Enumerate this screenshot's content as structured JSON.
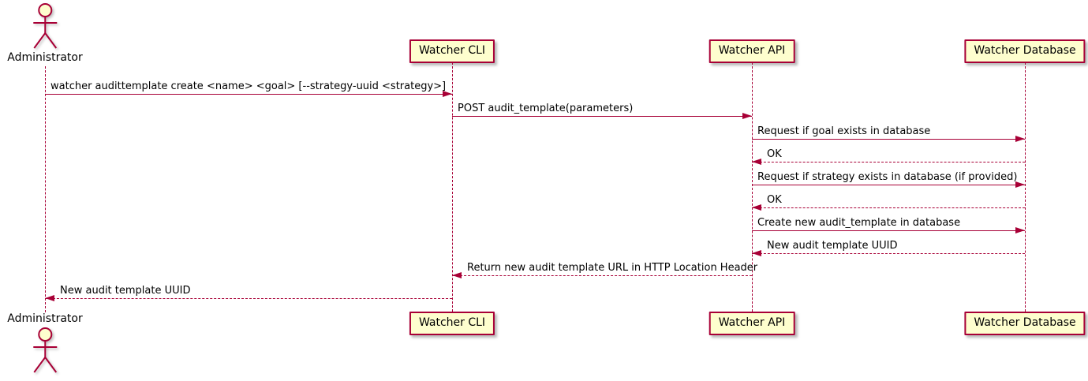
{
  "diagram": {
    "type": "sequence",
    "tool_style": "plantuml"
  },
  "colors": {
    "participant_fill": "#FEFECE",
    "line_and_border": "#A80036",
    "text": "#000000",
    "background": "#FFFFFF",
    "shadow": "#828282"
  },
  "actors": [
    {
      "id": "administrator",
      "label": "Administrator",
      "icon": "stick-figure-actor-icon"
    }
  ],
  "participants": [
    {
      "id": "watcher-cli",
      "label": "Watcher CLI"
    },
    {
      "id": "watcher-api",
      "label": "Watcher API"
    },
    {
      "id": "watcher-database",
      "label": "Watcher Database"
    }
  ],
  "messages": [
    {
      "from": "Administrator",
      "to": "Watcher CLI",
      "style": "solid",
      "label": "watcher audittemplate create <name> <goal> [--strategy-uuid <strategy>]"
    },
    {
      "from": "Watcher CLI",
      "to": "Watcher API",
      "style": "solid",
      "label": "POST audit_template(parameters)"
    },
    {
      "from": "Watcher API",
      "to": "Watcher Database",
      "style": "solid",
      "label": "Request if goal exists in database"
    },
    {
      "from": "Watcher Database",
      "to": "Watcher API",
      "style": "dashed",
      "label": "OK"
    },
    {
      "from": "Watcher API",
      "to": "Watcher Database",
      "style": "solid",
      "label": "Request if strategy exists in database (if provided)"
    },
    {
      "from": "Watcher Database",
      "to": "Watcher API",
      "style": "dashed",
      "label": "OK"
    },
    {
      "from": "Watcher API",
      "to": "Watcher Database",
      "style": "solid",
      "label": "Create new audit_template in database"
    },
    {
      "from": "Watcher Database",
      "to": "Watcher API",
      "style": "dashed",
      "label": "New audit template UUID"
    },
    {
      "from": "Watcher API",
      "to": "Watcher CLI",
      "style": "dashed",
      "label": "Return new audit template URL in HTTP Location Header"
    },
    {
      "from": "Watcher CLI",
      "to": "Administrator",
      "style": "dashed",
      "label": "New audit template UUID"
    }
  ]
}
